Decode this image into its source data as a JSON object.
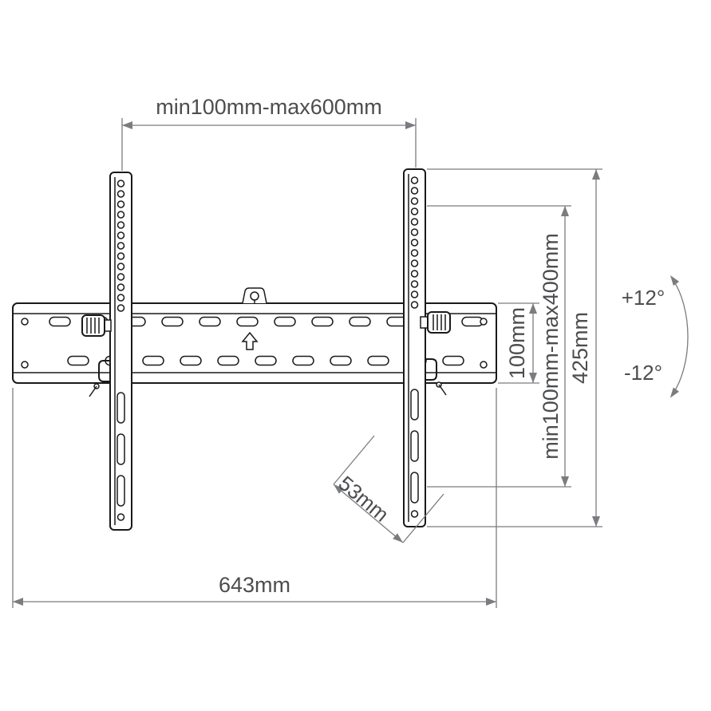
{
  "labels": {
    "width_range": "min100mm-max600mm",
    "total_width": "643mm",
    "plate_height": "100mm",
    "vesa_vertical_range": "min100mm-max400mm",
    "bracket_height": "425mm",
    "depth": "53mm",
    "tilt_up": "+12°",
    "tilt_down": "-12°"
  },
  "colors": {
    "background": "#ffffff",
    "product_line": "#1a1a1a",
    "dimension_line": "#7b7c7f",
    "label_text": "#4c4d4f"
  }
}
